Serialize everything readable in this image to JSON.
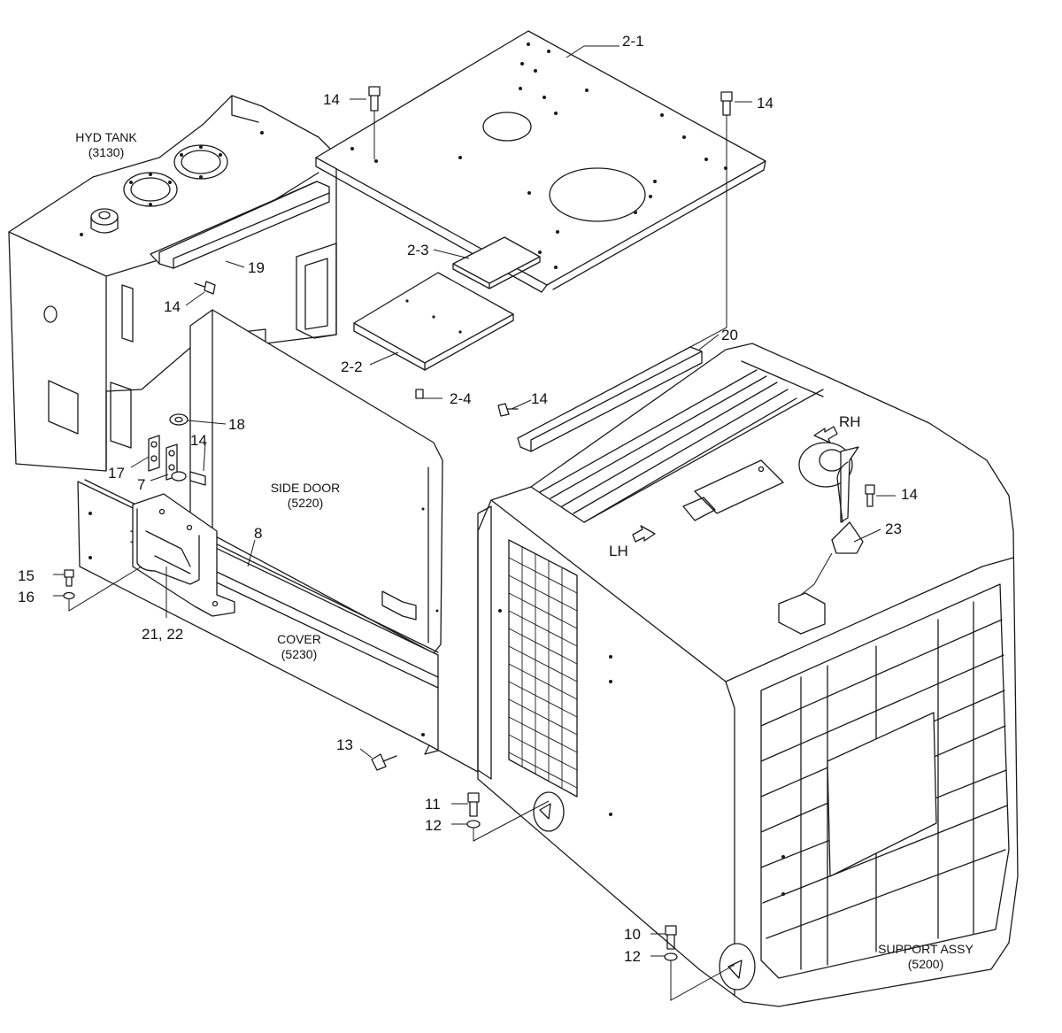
{
  "assemblies": {
    "hyd_tank": {
      "name": "HYD TANK",
      "code": "(3130)"
    },
    "side_door": {
      "name": "SIDE DOOR",
      "code": "(5220)"
    },
    "cover": {
      "name": "COVER",
      "code": "(5230)"
    },
    "support_assy": {
      "name": "SUPPORT ASSY",
      "code": "(5200)"
    }
  },
  "directions": {
    "right": "RH",
    "left": "LH"
  },
  "callouts": {
    "c2_1": "2-1",
    "c2_2": "2-2",
    "c2_3": "2-3",
    "c2_4": "2-4",
    "c7": "7",
    "c8": "8",
    "c10": "10",
    "c11": "11",
    "c12a": "12",
    "c12b": "12",
    "c13": "13",
    "c14_top_left": "14",
    "c14_top_right": "14",
    "c14_bracket": "14",
    "c14_hinge": "14",
    "c14_rail": "14",
    "c14_handle": "14",
    "c15": "15",
    "c16": "16",
    "c17": "17",
    "c18": "18",
    "c19": "19",
    "c20": "20",
    "c21_22": "21, 22",
    "c23": "23"
  }
}
